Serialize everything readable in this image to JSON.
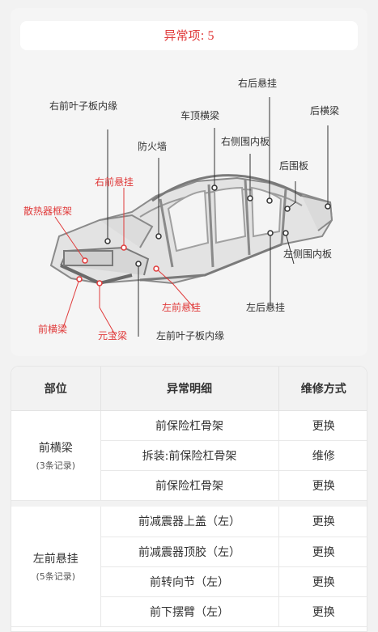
{
  "anomaly": {
    "label": "异常项:",
    "count": "5"
  },
  "diagram_labels": {
    "right_rear_strut": "右后悬挂",
    "right_front_fender_inner": "右前叶子板内缘",
    "rear_crossmember": "后横梁",
    "roof_crossmember": "车顶横梁",
    "firewall": "防火墙",
    "right_side_inner_panel": "右侧围内板",
    "rear_panel": "后围板",
    "right_front_strut": "右前悬挂",
    "radiator_frame": "散热器框架",
    "left_side_inner_panel": "左侧围内板",
    "left_front_strut": "左前悬挂",
    "left_rear_strut": "左后悬挂",
    "front_crossmember": "前横梁",
    "ingot_beam": "元宝梁",
    "left_front_fender_inner": "左前叶子板内缘"
  },
  "table": {
    "headers": {
      "part": "部位",
      "detail": "异常明细",
      "method": "维修方式"
    },
    "groups": [
      {
        "part": "前横梁",
        "count": "(3条记录)",
        "rows": [
          {
            "detail": "前保险杠骨架",
            "method": "更换"
          },
          {
            "detail": "拆装:前保险杠骨架",
            "method": "维修"
          },
          {
            "detail": "前保险杠骨架",
            "method": "更换"
          }
        ]
      },
      {
        "part": "左前悬挂",
        "count": "(5条记录)",
        "rows": [
          {
            "detail": "前减震器上盖（左）",
            "method": "更换"
          },
          {
            "detail": "前减震器顶胶（左）",
            "method": "更换"
          },
          {
            "detail": "前转向节（左）",
            "method": "更换"
          },
          {
            "detail": "前下摆臂（左）",
            "method": "更换"
          }
        ]
      }
    ]
  },
  "colors": {
    "accent_red": "#e03a3a",
    "text": "#333333",
    "header_bg": "#f2f2f2"
  }
}
